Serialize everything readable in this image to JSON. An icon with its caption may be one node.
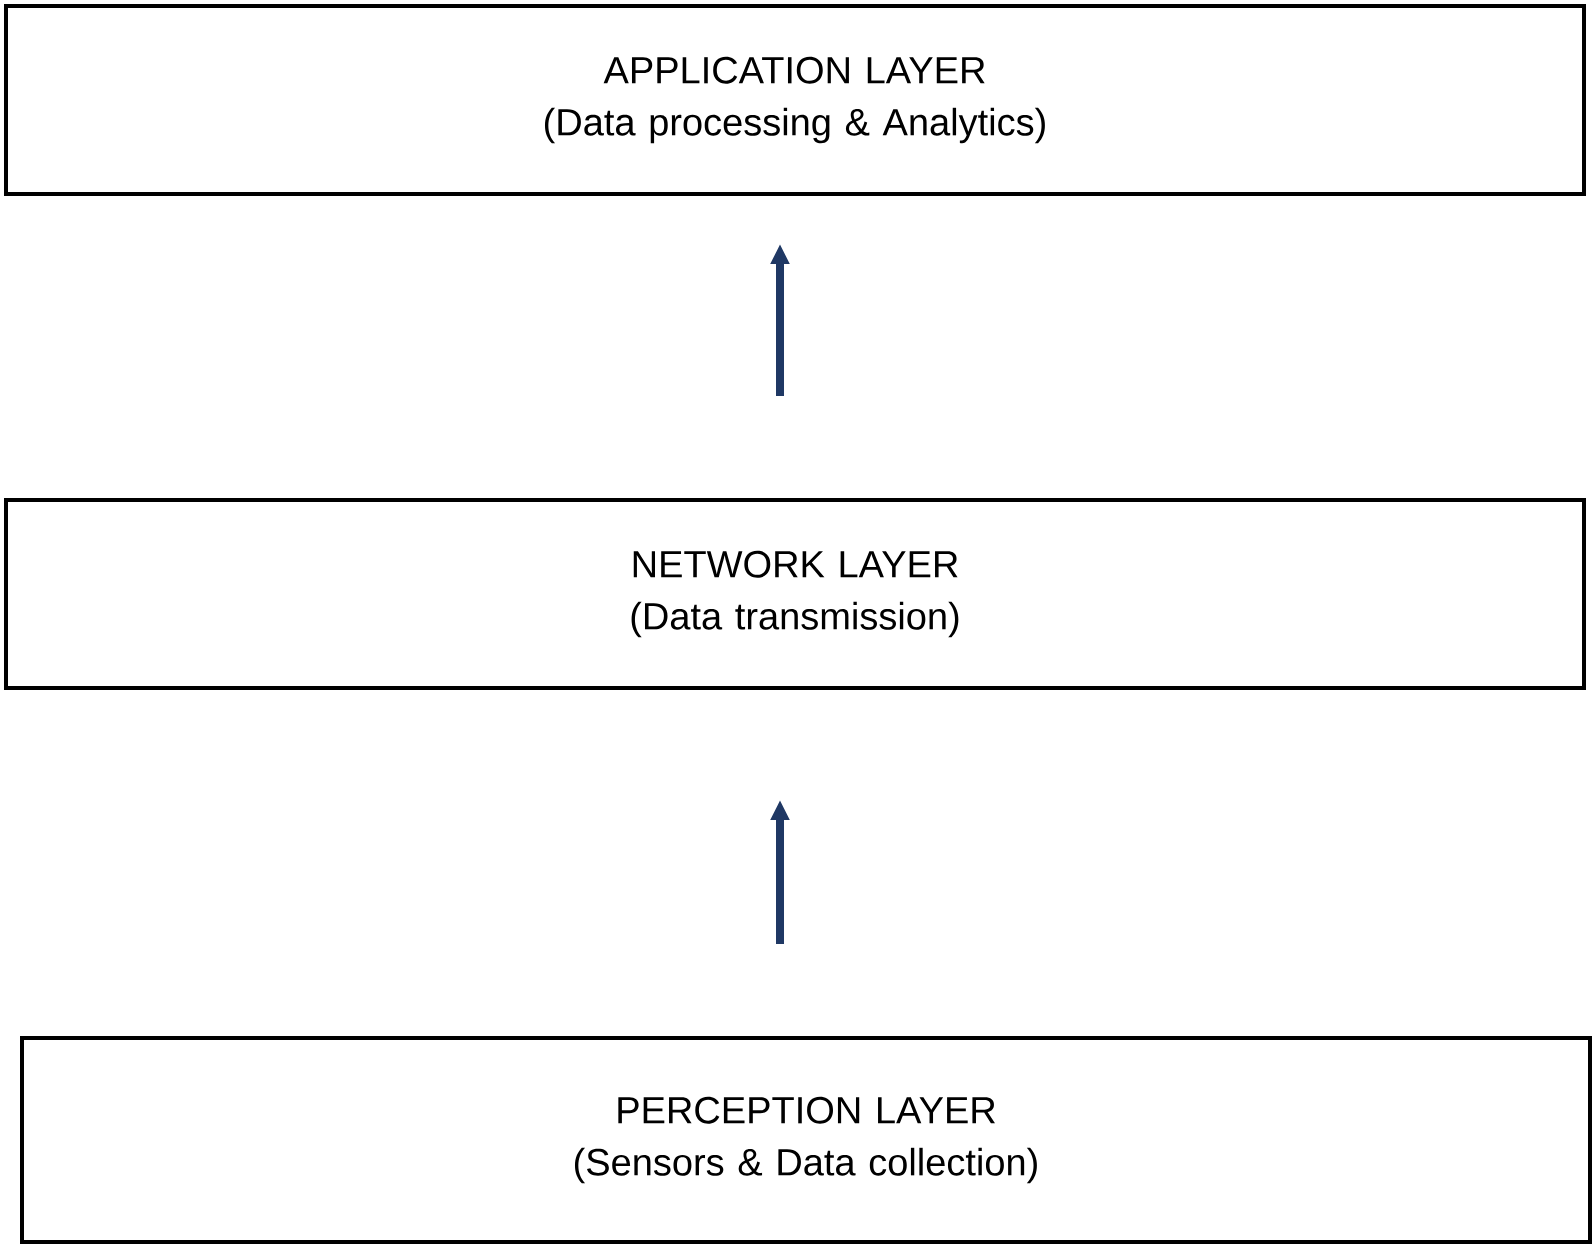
{
  "diagram": {
    "nodes": [
      {
        "text": [
          "APPLICATION LAYER",
          "(Data processing & Analytics)"
        ]
      },
      {
        "text": [
          "NETWORK LAYER",
          "(Data transmission)"
        ]
      },
      {
        "text": [
          "PERCEPTION LAYER",
          "(Sensors & Data collection)"
        ]
      }
    ],
    "edges": [
      {
        "from": 2,
        "to": 1,
        "arrow": "to"
      },
      {
        "from": 1,
        "to": 0,
        "arrow": "to"
      }
    ]
  }
}
